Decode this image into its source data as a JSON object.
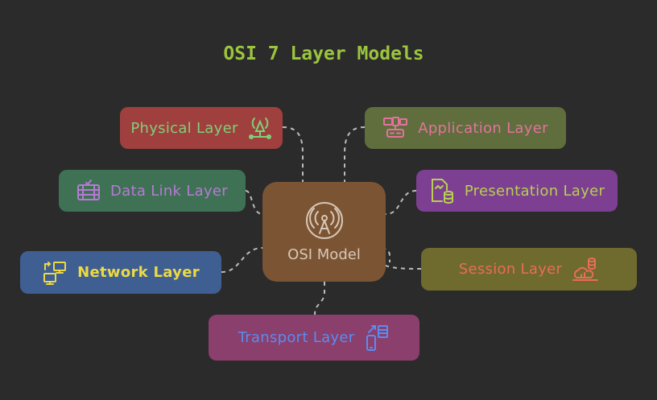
{
  "title": "OSI 7 Layer Models",
  "center": {
    "label": "OSI Model",
    "icon": "antenna-icon"
  },
  "layers": {
    "physical": {
      "label": "Physical Layer",
      "icon": "network-tower-icon"
    },
    "datalink": {
      "label": "Data Link Layer",
      "icon": "server-rack-icon"
    },
    "network": {
      "label": "Network Layer",
      "icon": "connected-computers-icon"
    },
    "transport": {
      "label": "Transport Layer",
      "icon": "device-transfer-icon"
    },
    "application": {
      "label": "Application Layer",
      "icon": "devices-icon"
    },
    "presentation": {
      "label": "Presentation Layer",
      "icon": "file-database-icon"
    },
    "session": {
      "label": "Session Layer",
      "icon": "database-cloud-icon"
    }
  },
  "colors": {
    "background": "#2b2b2b",
    "title": "#9bc53d",
    "connector": "#bdbdbd"
  }
}
